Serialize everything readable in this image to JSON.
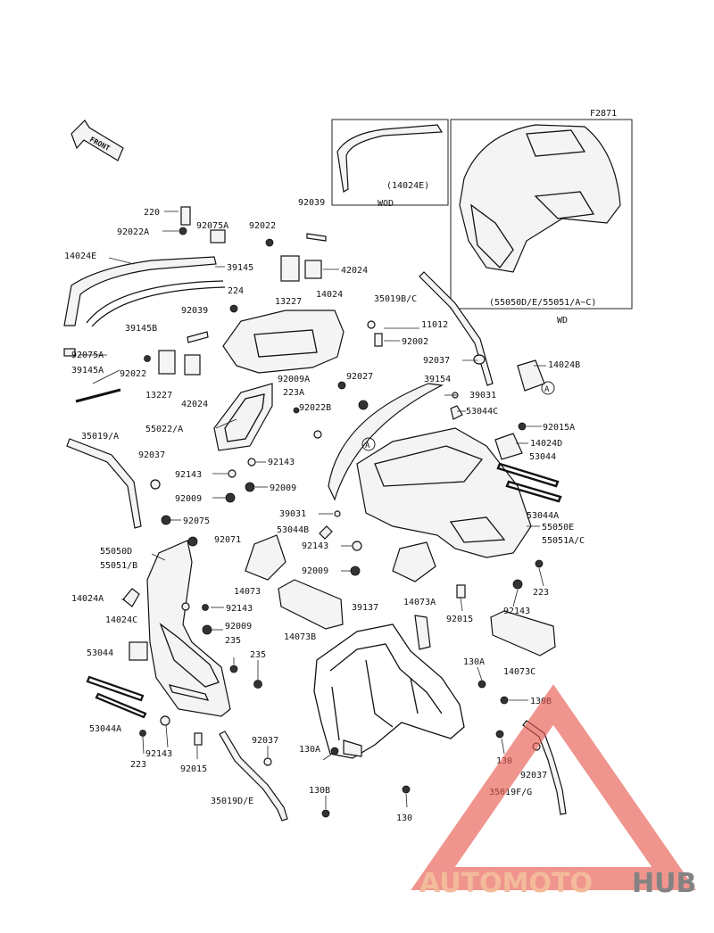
{
  "figure_code": "F2871",
  "front_label": "FRONT",
  "insets": [
    {
      "part": "(14024E)",
      "caption": "WOD"
    },
    {
      "part": "(55050D/E/55051/A~C)",
      "caption": "WD"
    }
  ],
  "callout_marker": "A",
  "labels": [
    {
      "text": "220"
    },
    {
      "text": "92075A"
    },
    {
      "text": "92022"
    },
    {
      "text": "92039"
    },
    {
      "text": "92022A"
    },
    {
      "text": "14024E"
    },
    {
      "text": "39145"
    },
    {
      "text": "42024"
    },
    {
      "text": "13227"
    },
    {
      "text": "224"
    },
    {
      "text": "14024"
    },
    {
      "text": "35019B/C"
    },
    {
      "text": "39145B"
    },
    {
      "text": "92039"
    },
    {
      "text": "11012"
    },
    {
      "text": "92002"
    },
    {
      "text": "92075A"
    },
    {
      "text": "92022"
    },
    {
      "text": "39145A"
    },
    {
      "text": "92037"
    },
    {
      "text": "14024B"
    },
    {
      "text": "13227"
    },
    {
      "text": "42024"
    },
    {
      "text": "92009A"
    },
    {
      "text": "92027"
    },
    {
      "text": "39154"
    },
    {
      "text": "223A"
    },
    {
      "text": "39031"
    },
    {
      "text": "92022B"
    },
    {
      "text": "53044C"
    },
    {
      "text": "55022/A"
    },
    {
      "text": "92015A"
    },
    {
      "text": "35019/A"
    },
    {
      "text": "14024D"
    },
    {
      "text": "92037"
    },
    {
      "text": "53044"
    },
    {
      "text": "92143"
    },
    {
      "text": "92143"
    },
    {
      "text": "92009"
    },
    {
      "text": "92009"
    },
    {
      "text": "53044A"
    },
    {
      "text": "39031"
    },
    {
      "text": "55050E"
    },
    {
      "text": "92075"
    },
    {
      "text": "53044B"
    },
    {
      "text": "55051A/C"
    },
    {
      "text": "55050D"
    },
    {
      "text": "92071"
    },
    {
      "text": "92143"
    },
    {
      "text": "55051/B"
    },
    {
      "text": "92009"
    },
    {
      "text": "223"
    },
    {
      "text": "14024A"
    },
    {
      "text": "14073"
    },
    {
      "text": "14073A"
    },
    {
      "text": "92143"
    },
    {
      "text": "92143"
    },
    {
      "text": "39137"
    },
    {
      "text": "92015"
    },
    {
      "text": "14024C"
    },
    {
      "text": "92009"
    },
    {
      "text": "14073B"
    },
    {
      "text": "235"
    },
    {
      "text": "130A"
    },
    {
      "text": "53044"
    },
    {
      "text": "235"
    },
    {
      "text": "14073C"
    },
    {
      "text": "130B"
    },
    {
      "text": "53044A"
    },
    {
      "text": "92037"
    },
    {
      "text": "130"
    },
    {
      "text": "92143"
    },
    {
      "text": "130A"
    },
    {
      "text": "223"
    },
    {
      "text": "92015"
    },
    {
      "text": "92037"
    },
    {
      "text": "130B"
    },
    {
      "text": "35019F/G"
    },
    {
      "text": "35019D/E"
    },
    {
      "text": "130"
    }
  ],
  "watermark": {
    "part1": "AUTOMOTO",
    "part2": "HUB",
    "color_light": "#f2b08a",
    "color_dark": "#6e6e6e",
    "triangle": "#e85a4f"
  }
}
